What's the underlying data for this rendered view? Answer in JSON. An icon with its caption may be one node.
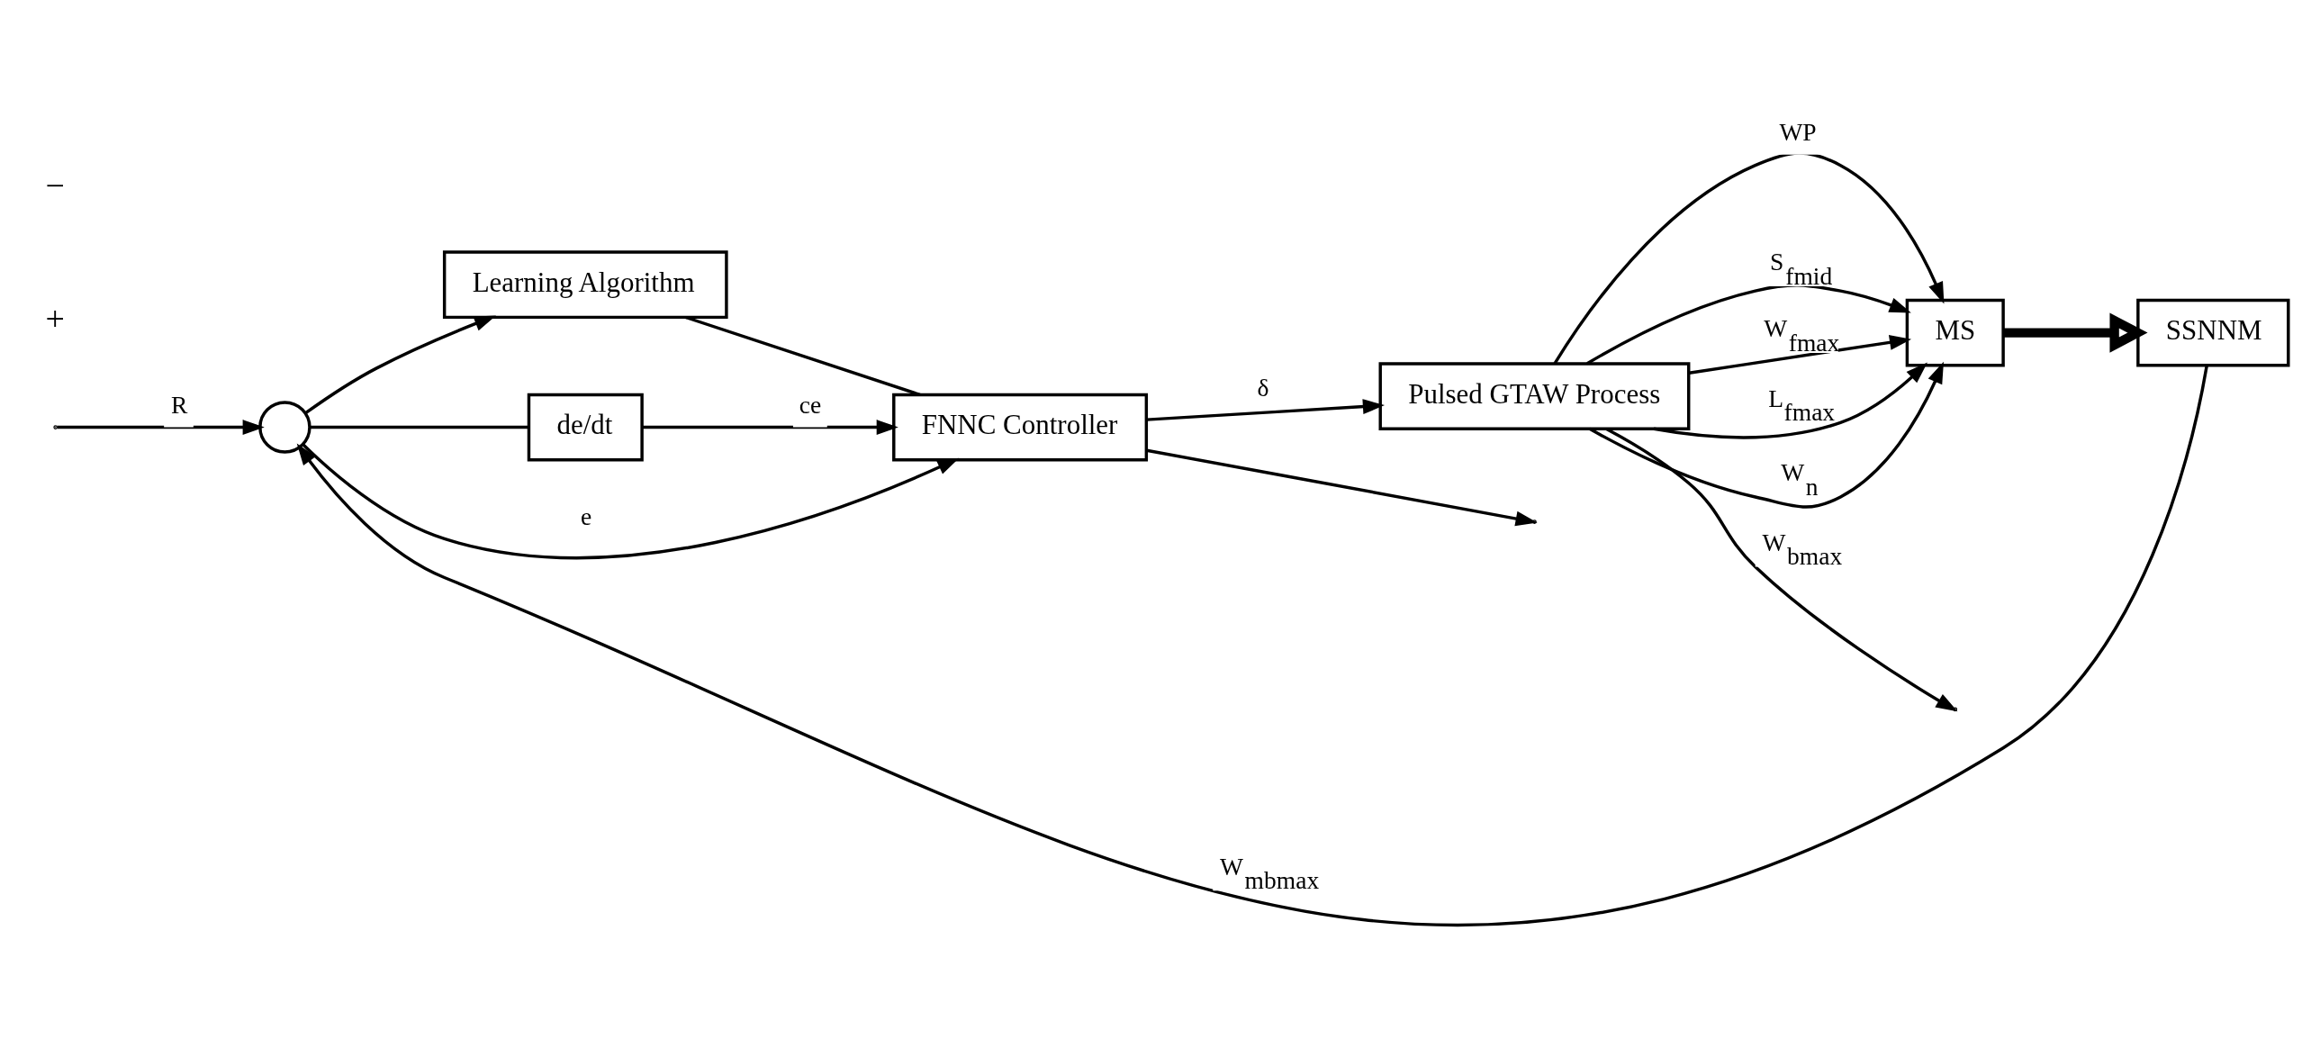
{
  "diagram": {
    "nodes": [
      {
        "text": [
          "Learning Algorithm"
        ]
      },
      {
        "text": [],
        "shape": "circle"
      },
      {
        "text": [
          "de/dt"
        ]
      },
      {
        "text": [
          "FNNC Controller"
        ]
      },
      {
        "text": [
          "Pulsed GTAW Process"
        ]
      },
      {
        "text": [
          "MS"
        ]
      },
      {
        "text": [
          "SSNNM"
        ]
      }
    ],
    "edges": [
      {
        "from": null,
        "to": 1,
        "arrow": "to",
        "label": "R"
      },
      {
        "from": 1,
        "to": 0,
        "arrow": "to"
      },
      {
        "from": 1,
        "to": 3,
        "arrow": "to",
        "label": "e"
      },
      {
        "from": 1,
        "to": 2,
        "arrow": "none"
      },
      {
        "from": 2,
        "to": 3,
        "arrow": "to",
        "label": "ce"
      },
      {
        "from": 0,
        "to": 3,
        "arrow": "none"
      },
      {
        "from": 3,
        "to": null,
        "arrow": "to"
      },
      {
        "from": 3,
        "to": 4,
        "arrow": "to",
        "label": "δ"
      },
      {
        "from": 4,
        "to": null,
        "arrow": "to",
        "label": "W$_{bmax}$"
      },
      {
        "from": 4,
        "to": 5,
        "arrow": "to",
        "label": "WP"
      },
      {
        "from": 4,
        "to": 5,
        "arrow": "to",
        "label": "S$_{fmid}$"
      },
      {
        "from": 4,
        "to": 5,
        "arrow": "to",
        "label": "W$_{fmax}$"
      },
      {
        "from": 4,
        "to": 5,
        "arrow": "to",
        "label": "L$_{fmax}$"
      },
      {
        "from": 4,
        "to": 5,
        "arrow": "to",
        "label": "W$_{n}$"
      },
      {
        "from": 5,
        "to": 6,
        "arrow": "to",
        "style": "thick"
      },
      {
        "from": 6,
        "to": 1,
        "arrow": "to",
        "label": "W$_{mbmax}$"
      }
    ],
    "labels": [
      "+",
      "−"
    ]
  }
}
